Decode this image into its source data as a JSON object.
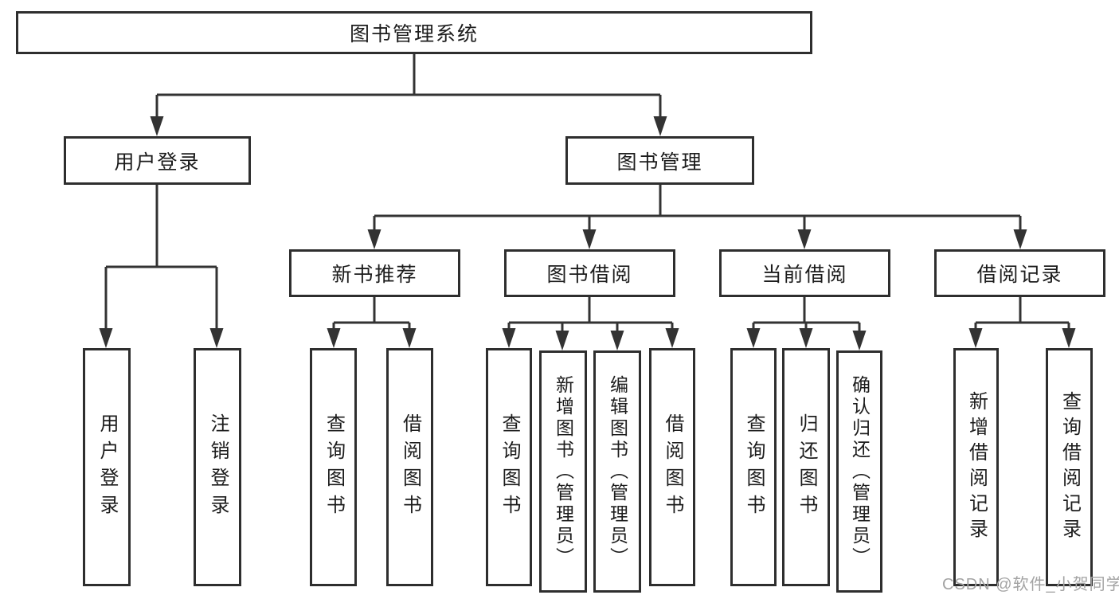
{
  "diagram": {
    "title": "图书管理系统",
    "level2": [
      {
        "label": "用户登录"
      },
      {
        "label": "图书管理"
      }
    ],
    "level3": [
      {
        "label": "新书推荐"
      },
      {
        "label": "图书借阅"
      },
      {
        "label": "当前借阅"
      },
      {
        "label": "借阅记录"
      }
    ],
    "leaves": {
      "user_login": [
        "用户登录",
        "注销登录"
      ],
      "new_book_recommend": [
        "查询图书",
        "借阅图书"
      ],
      "book_borrow": [
        "查询图书",
        "新增图书（管理员）",
        "编辑图书（管理员）",
        "借阅图书"
      ],
      "current_borrow": [
        "查询图书",
        "归还图书",
        "确认归还（管理员）"
      ],
      "borrow_records": [
        "新增借阅记录",
        "查询借阅记录"
      ]
    }
  },
  "watermark": "CSDN @软件_小贺同学",
  "colors": {
    "line": "#333333",
    "box_border": "#2e2e2e",
    "text": "#1c1c1c",
    "watermark": "#a3a3a3",
    "background": "#ffffff"
  }
}
